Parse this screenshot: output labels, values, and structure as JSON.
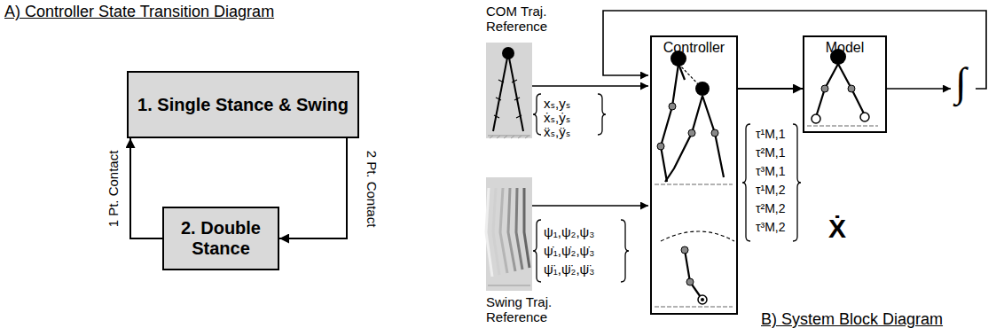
{
  "diagram": {
    "nodes": [
      {
        "text": [
          "1. Single Stance & Swing"
        ]
      },
      {
        "text": [
          "2. Double Stance"
        ]
      },
      {
        "text": [
          "Controller"
        ]
      },
      {
        "text": [
          "Model"
        ]
      }
    ],
    "edges": [
      {
        "from": 0,
        "to": 1,
        "arrow": "to",
        "label": "2 Pt. Contact"
      },
      {
        "from": 1,
        "to": 0,
        "arrow": "to",
        "label": "1 Pt. Contact"
      },
      {
        "from": 2,
        "to": 3,
        "arrow": "to"
      }
    ],
    "labels": [
      "A) Controller State Transition Diagram",
      "B) System Block Diagram",
      "COM Traj. Reference",
      "xₛ,yₛ",
      "ẋₛ,ẏₛ",
      "ẍₛ,ÿₛ",
      "Swing Traj. Reference",
      "ψ₁,ψ₂,ψ₃",
      "ψ̇₁,ψ̇₂,ψ̇₃",
      "ψ̈₁,ψ̈₂,ψ̈₃",
      "τ¹M,1",
      "τ²M,1",
      "τ³M,1",
      "τ¹M,2",
      "τ²M,2",
      "τ³M,2",
      "Ẋ",
      "∫"
    ]
  }
}
